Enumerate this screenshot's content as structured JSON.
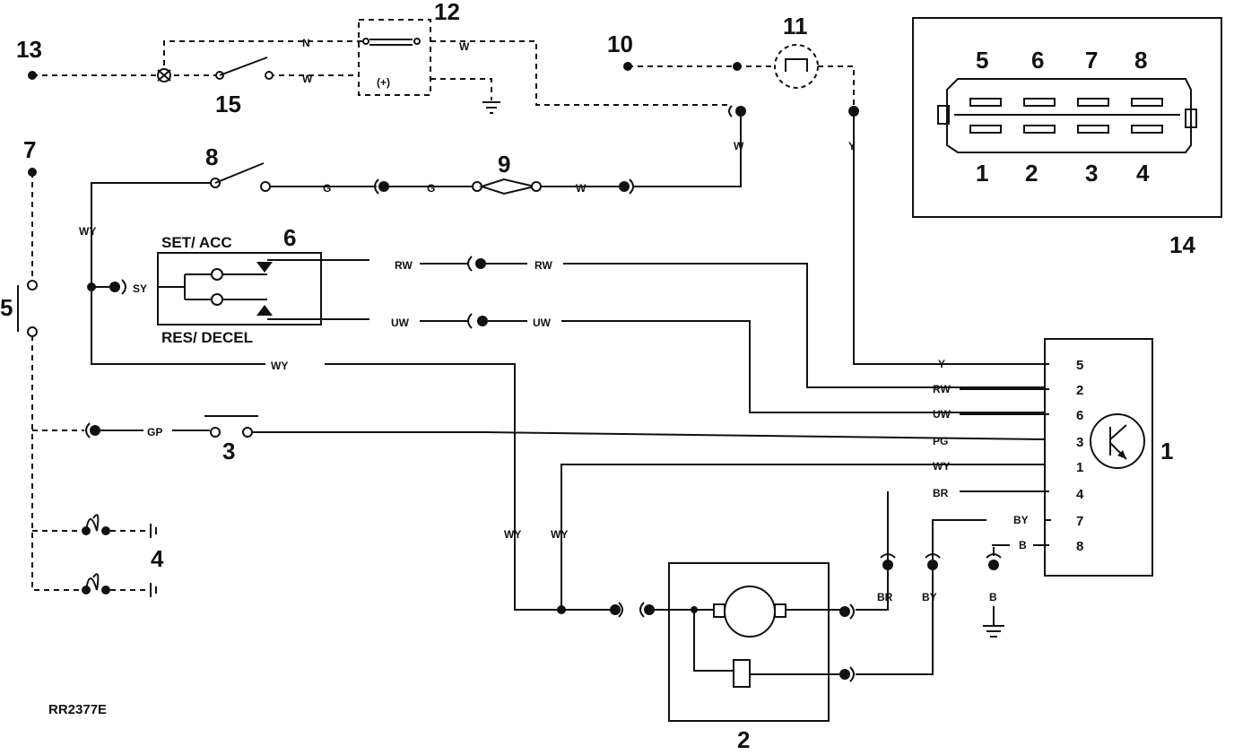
{
  "diagram": {
    "reference_code": "RR2377E",
    "component_numbers": {
      "c1": "1",
      "c2": "2",
      "c3": "3",
      "c4": "4",
      "c5": "5",
      "c6": "6",
      "c7": "7",
      "c8": "8",
      "c9": "9",
      "c10": "10",
      "c11": "11",
      "c12": "12",
      "c13": "13",
      "c14": "14",
      "c15": "15"
    },
    "switch_labels": {
      "set_acc": "SET/ ACC",
      "res_decel": "RES/ DECEL"
    },
    "connector_pins_top": [
      "5",
      "6",
      "7",
      "8"
    ],
    "connector_pins_bottom": [
      "1",
      "2",
      "3",
      "4"
    ],
    "ecu_pins": [
      {
        "wire": "Y",
        "pin": "5"
      },
      {
        "wire": "RW",
        "pin": "2"
      },
      {
        "wire": "UW",
        "pin": "6"
      },
      {
        "wire": "PG",
        "pin": "3"
      },
      {
        "wire": "WY",
        "pin": "1"
      },
      {
        "wire": "BR",
        "pin": "4"
      },
      {
        "wire": "BY",
        "pin": "7"
      },
      {
        "wire": "B",
        "pin": "8"
      }
    ],
    "wire_labels": {
      "n": "N",
      "w": "W",
      "g": "G",
      "y": "Y",
      "rw": "RW",
      "uw": "UW",
      "wy": "WY",
      "sy": "SY",
      "gp": "GP",
      "br": "BR",
      "by": "BY",
      "b": "B"
    },
    "relay_text": "(+)"
  }
}
